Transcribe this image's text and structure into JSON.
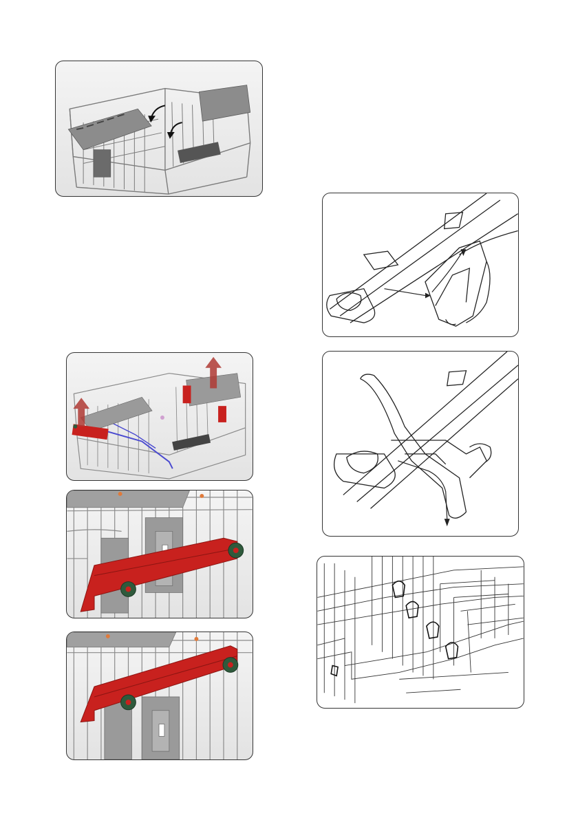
{
  "figures": [
    {
      "id": "fig-upper-rack-fold-tines",
      "colors": {
        "wire": "#7a7a7a",
        "rack": "#8c8c8c",
        "arrow": "#111111"
      }
    },
    {
      "id": "fig-rail-clip-detach",
      "colors": {
        "line": "#222222"
      }
    },
    {
      "id": "fig-upper-rack-lift",
      "colors": {
        "rail": "#c8211e",
        "lift_arrow": "#b03a34",
        "spray_arm": "#4a4ad0"
      }
    },
    {
      "id": "fig-rail-clip-remove",
      "colors": {
        "line": "#222222"
      }
    },
    {
      "id": "fig-rack-lowered-rail",
      "colors": {
        "rail": "#c8211e",
        "wheel": "#2f5a3c",
        "bracket": "#9a9a9a"
      }
    },
    {
      "id": "fig-rack-clip-row",
      "colors": {
        "wire": "#333333"
      }
    },
    {
      "id": "fig-rack-raised-rail",
      "colors": {
        "rail": "#c8211e",
        "wheel": "#2f5a3c",
        "bracket": "#9a9a9a"
      }
    }
  ]
}
